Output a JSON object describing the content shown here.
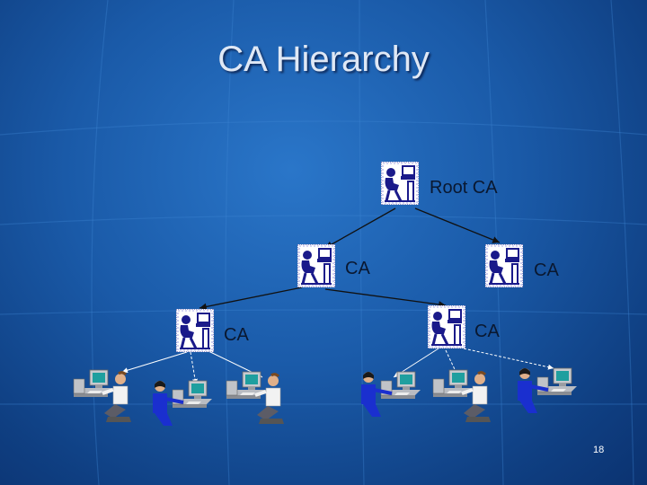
{
  "slide": {
    "title": "CA Hierarchy",
    "slide_number": "18"
  },
  "nodes": {
    "root": {
      "label": "Root CA",
      "icon": "ca-server-icon"
    },
    "ca_left": {
      "label": "CA",
      "icon": "ca-server-icon"
    },
    "ca_right": {
      "label": "CA",
      "icon": "ca-server-icon"
    },
    "ca_bottom_left": {
      "label": "CA",
      "icon": "ca-server-icon"
    },
    "ca_bottom_mid": {
      "label": "CA",
      "icon": "ca-server-icon"
    }
  },
  "users": [
    {
      "icon": "user-at-computer-icon",
      "type": "man"
    },
    {
      "icon": "user-at-computer-icon",
      "type": "woman"
    },
    {
      "icon": "user-at-computer-icon",
      "type": "man"
    },
    {
      "icon": "user-at-computer-icon",
      "type": "woman"
    },
    {
      "icon": "user-at-computer-icon",
      "type": "man"
    },
    {
      "icon": "user-at-computer-icon",
      "type": "woman"
    }
  ],
  "colors": {
    "background": "#1a5aa8",
    "title": "#dfe8f5",
    "labels": "#0a1830",
    "connector": "#111111"
  }
}
